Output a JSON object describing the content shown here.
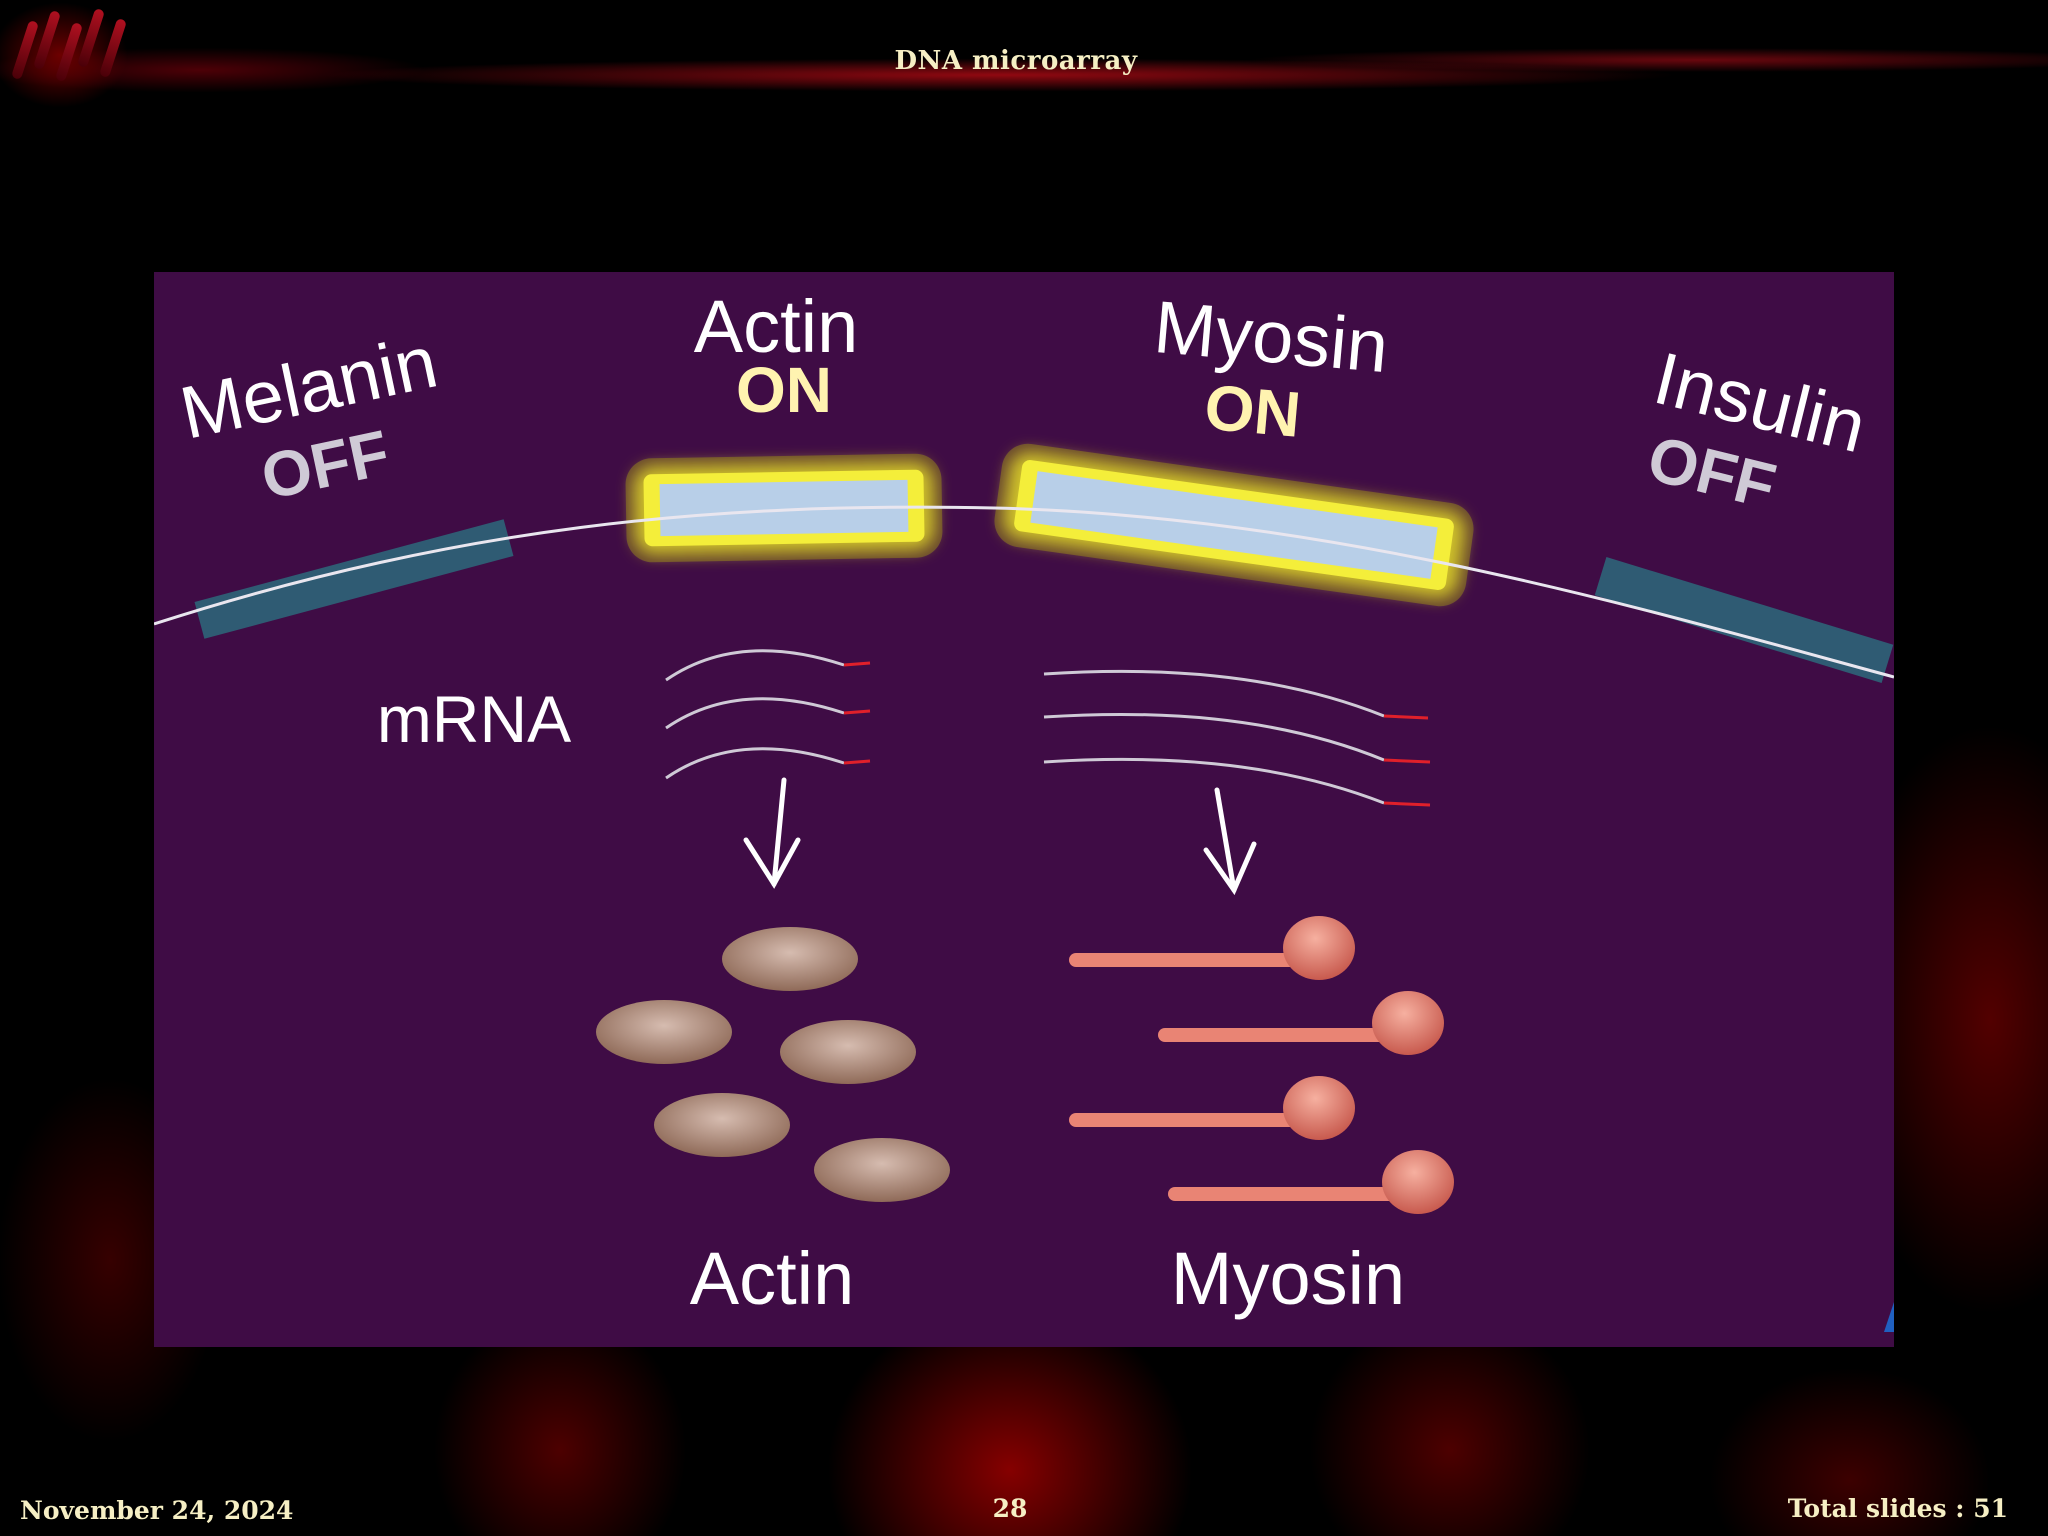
{
  "slide": {
    "title": "DNA microarray",
    "date": "November 24, 2024",
    "page_number": "28",
    "total_slides": "Total slides : 51"
  },
  "figure": {
    "background_color": "#3f0c45",
    "genes": [
      {
        "name": "Melanin",
        "state": "OFF",
        "color": "#2f5b73"
      },
      {
        "name": "Actin",
        "state": "ON",
        "color": "#b8cfe8"
      },
      {
        "name": "Myosin",
        "state": "ON",
        "color": "#b8cfe8"
      },
      {
        "name": "Insulin",
        "state": "OFF",
        "color": "#2f5b73"
      }
    ],
    "mrna_label": "mRNA",
    "products": [
      {
        "label": "Actin",
        "color": "#a07d6a"
      },
      {
        "label": "Myosin",
        "color": "#e98474"
      }
    ],
    "glow_color": "#f4ee3a"
  }
}
